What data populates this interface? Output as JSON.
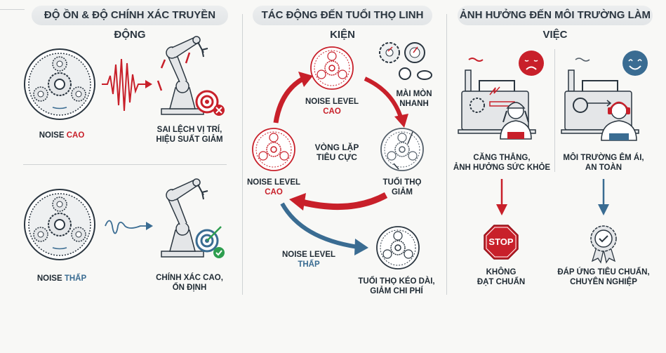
{
  "panel1": {
    "title": "ĐỘ ỒN & ĐỘ CHÍNH XÁC TRUYỀN ĐỘNG",
    "high": {
      "noise_prefix": "NOISE ",
      "noise_level": "CAO",
      "result_line1": "SAI LỆCH VỊ TRÍ,",
      "result_line2": "HIỆU SUẤT GIẢM"
    },
    "low": {
      "noise_prefix": "NOISE ",
      "noise_level": "THẤP",
      "result_line1": "CHÍNH XÁC CAO,",
      "result_line2": "ỔN ĐỊNH"
    }
  },
  "panel2": {
    "title": "TÁC ĐỘNG ĐẾN TUỔI THỌ LINH KIỆN",
    "top_label": "NOISE LEVEL",
    "top_level": "CAO",
    "left_label": "NOISE LEVEL",
    "left_level": "CAO",
    "right_line1": "TUỔI THỌ",
    "right_line2": "GIẢM",
    "wear_line1": "MÀI MÒN",
    "wear_line2": "NHANH",
    "center_line1": "VÒNG LẶP",
    "center_line2": "TIÊU CỰC",
    "low_label": "NOISE LEVEL",
    "low_level": "THẤP",
    "bottom_line1": "TUỔI THỌ KÉO DÀI,",
    "bottom_line2": "GIẢM CHI PHÍ"
  },
  "panel3": {
    "title": "ẢNH HƯỞNG ĐẾN MÔI TRƯỜNG LÀM VIỆC",
    "bad": {
      "line1": "CĂNG THẲNG,",
      "line2": "ẢNH HƯỞNG SỨC KHỎE",
      "outcome1": "KHÔNG",
      "outcome2": "ĐẠT CHUẨN",
      "stop_text": "STOP"
    },
    "good": {
      "line1": "MÔI TRƯỜNG ÊM ÁI,",
      "line2": "AN TOÀN",
      "outcome1": "ĐÁP ỨNG TIÊU CHUẨN,",
      "outcome2": "CHUYÊN NGHIỆP"
    }
  },
  "colors": {
    "red": "#c8202a",
    "blue": "#3a6c92",
    "dark": "#1f2a33"
  }
}
